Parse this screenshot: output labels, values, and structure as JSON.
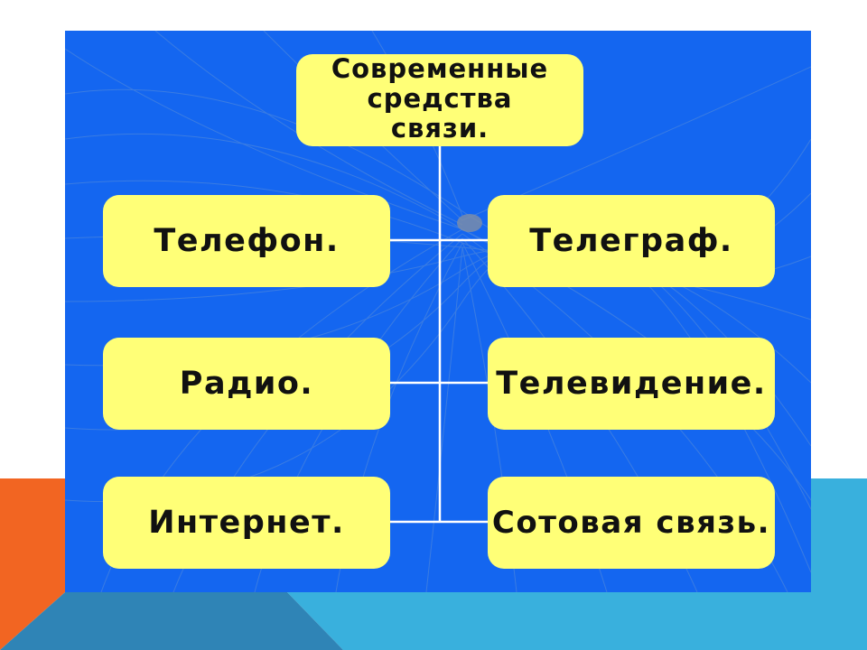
{
  "diagram": {
    "root": {
      "label": "Современные\nсредства\nсвязи."
    },
    "items": [
      {
        "label": "Телефон."
      },
      {
        "label": "Телеграф."
      },
      {
        "label": "Радио."
      },
      {
        "label": "Телевидение."
      },
      {
        "label": "Интернет."
      },
      {
        "label": "Сотовая связь."
      }
    ]
  },
  "colors": {
    "panel_background": "#1466f0",
    "box_fill": "#ffff77",
    "connector": "#ffffff",
    "accent_orange": "#f26522",
    "accent_light_blue": "#39b0dd",
    "accent_dark_blue": "#2f84b6"
  }
}
